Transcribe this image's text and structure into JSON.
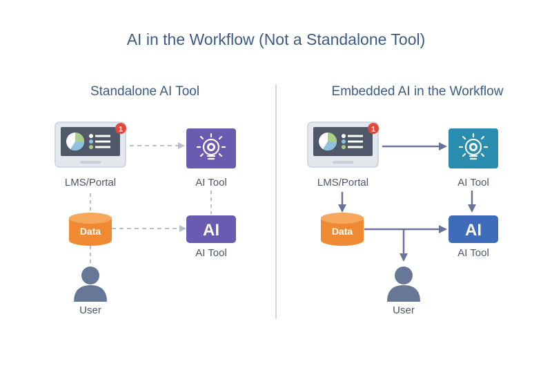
{
  "title": "AI in the Workflow (Not a Standalone Tool)",
  "colors": {
    "title": "#3c5a86",
    "label": "#4a5568",
    "purple": "#6b5bb0",
    "teal": "#2a8cae",
    "blue": "#3e6cba",
    "orange": "#ef8a33",
    "user": "#677896",
    "dashed_line": "#b9bec8",
    "solid_line": "#67739a",
    "badge": "#e0493a"
  },
  "left": {
    "heading": "Standalone AI Tool",
    "lms_label": "LMS/Portal",
    "ai_tool_top_label": "AI Tool",
    "data_label": "Data",
    "ai_box_text": "AI",
    "ai_tool_bottom_label": "AI Tool",
    "user_label": "User",
    "badge": "1"
  },
  "right": {
    "heading": "Embedded AI in the Workflow",
    "lms_label": "LMS/Portal",
    "ai_tool_top_label": "AI Tool",
    "data_label": "Data",
    "ai_box_text": "AI",
    "ai_tool_bottom_label": "AI Tool",
    "user_label": "User",
    "badge": "1"
  }
}
